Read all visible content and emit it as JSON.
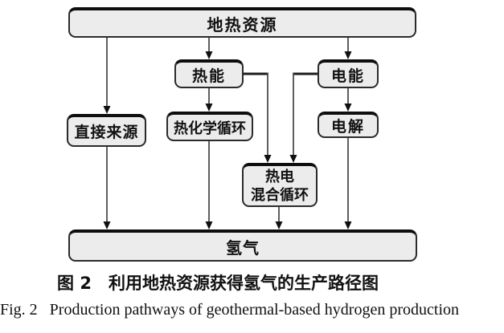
{
  "figure": {
    "caption_zh": "图 2　利用地热资源获得氢气的生产路径图",
    "caption_en": "Fig. 2   Production pathways of geothermal-based hydrogen production"
  },
  "diagram": {
    "type": "flowchart",
    "nodes": {
      "geothermal": {
        "label": "地热资源"
      },
      "thermal_energy": {
        "label": "热能"
      },
      "electric_energy": {
        "label": "电能"
      },
      "direct_source": {
        "label": "直接来源"
      },
      "thermochemical_cycle": {
        "label": "热化学循环"
      },
      "electrolysis": {
        "label": "电解"
      },
      "hybrid_cycle": {
        "label_line1": "热电",
        "label_line2": "混合循环"
      },
      "hydrogen": {
        "label": "氢气"
      }
    },
    "edges": [
      {
        "from": "geothermal",
        "to": "direct_source"
      },
      {
        "from": "geothermal",
        "to": "thermal_energy"
      },
      {
        "from": "geothermal",
        "to": "electric_energy"
      },
      {
        "from": "thermal_energy",
        "to": "thermochemical_cycle"
      },
      {
        "from": "thermal_energy",
        "to": "hybrid_cycle"
      },
      {
        "from": "electric_energy",
        "to": "hybrid_cycle"
      },
      {
        "from": "electric_energy",
        "to": "electrolysis"
      },
      {
        "from": "direct_source",
        "to": "hydrogen"
      },
      {
        "from": "thermochemical_cycle",
        "to": "hydrogen"
      },
      {
        "from": "hybrid_cycle",
        "to": "hydrogen"
      },
      {
        "from": "electrolysis",
        "to": "hydrogen"
      }
    ],
    "colors": {
      "background": "#ffffff",
      "box_fill": "#ececec",
      "box_border": "#2b2b2b",
      "box_top_edge": "#0e0e0e",
      "line": "#4d4d4d",
      "arrowhead": "#111111",
      "text": "#111111"
    }
  }
}
